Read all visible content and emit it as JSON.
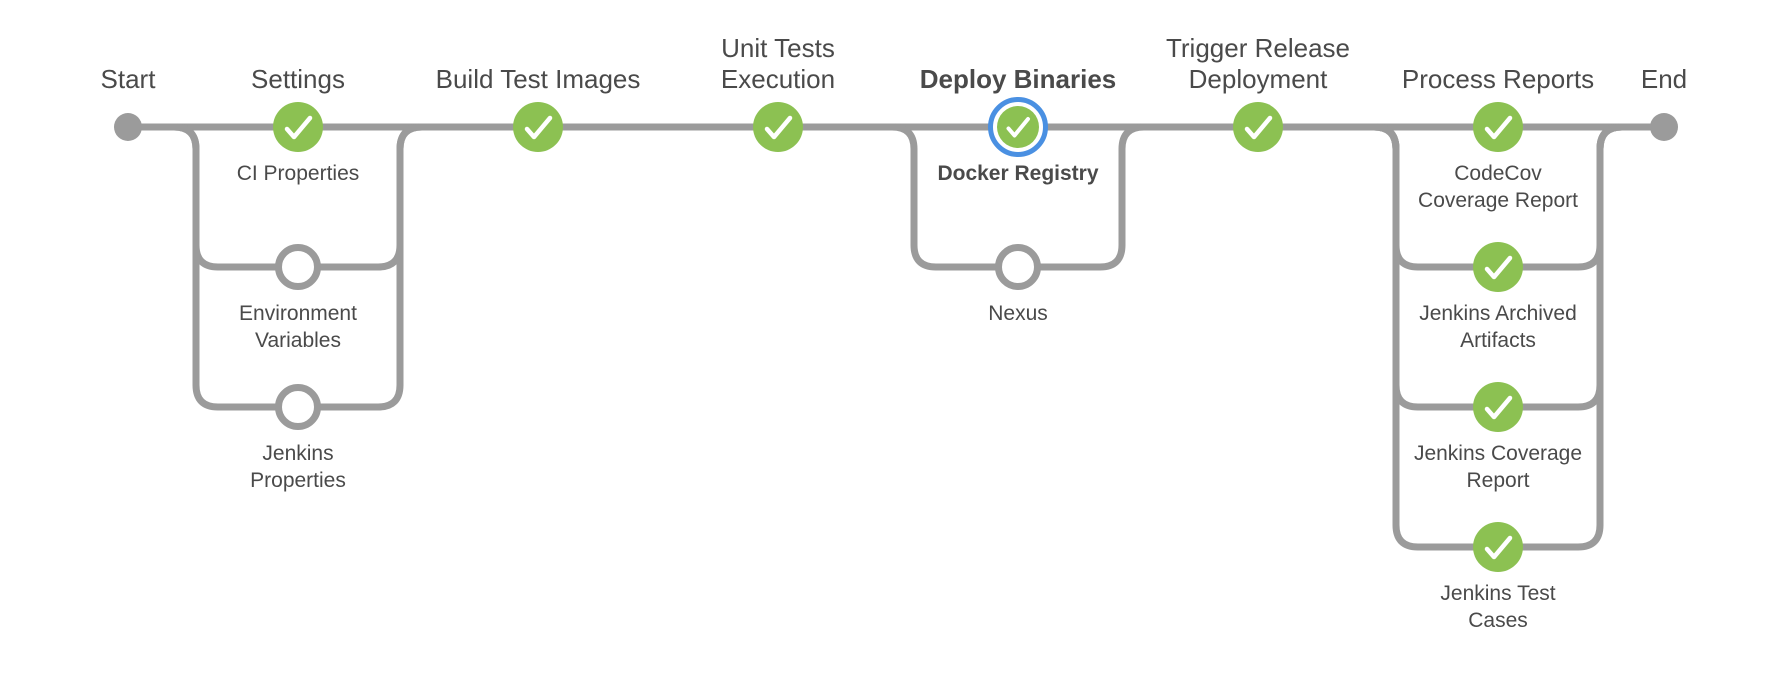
{
  "colors": {
    "success_green": "#8CC152",
    "line_gray": "#9B9B9B",
    "selected_ring_blue": "#4A90E2",
    "label_text": "#4A4A4A"
  },
  "pipeline": {
    "start_label": "Start",
    "end_label": "End",
    "stages": [
      {
        "label": "Settings",
        "status": "success",
        "selected": false,
        "branches": [
          {
            "label": "CI Properties",
            "status": "success"
          },
          {
            "label": "Environment\nVariables",
            "status": "not_built"
          },
          {
            "label": "Jenkins\nProperties",
            "status": "not_built"
          }
        ]
      },
      {
        "label": "Build Test Images",
        "status": "success",
        "selected": false,
        "branches": []
      },
      {
        "label": "Unit Tests\nExecution",
        "status": "success",
        "selected": false,
        "branches": []
      },
      {
        "label": "Deploy Binaries",
        "status": "success",
        "selected": true,
        "branches": [
          {
            "label": "Docker Registry",
            "status": "success",
            "selected": true
          },
          {
            "label": "Nexus",
            "status": "not_built"
          }
        ]
      },
      {
        "label": "Trigger Release\nDeployment",
        "status": "success",
        "selected": false,
        "branches": []
      },
      {
        "label": "Process Reports",
        "status": "success",
        "selected": false,
        "branches": [
          {
            "label": "CodeCov\nCoverage Report",
            "status": "success"
          },
          {
            "label": "Jenkins Archived\nArtifacts",
            "status": "success"
          },
          {
            "label": "Jenkins Coverage\nReport",
            "status": "success"
          },
          {
            "label": "Jenkins Test\nCases",
            "status": "success"
          }
        ]
      }
    ]
  }
}
